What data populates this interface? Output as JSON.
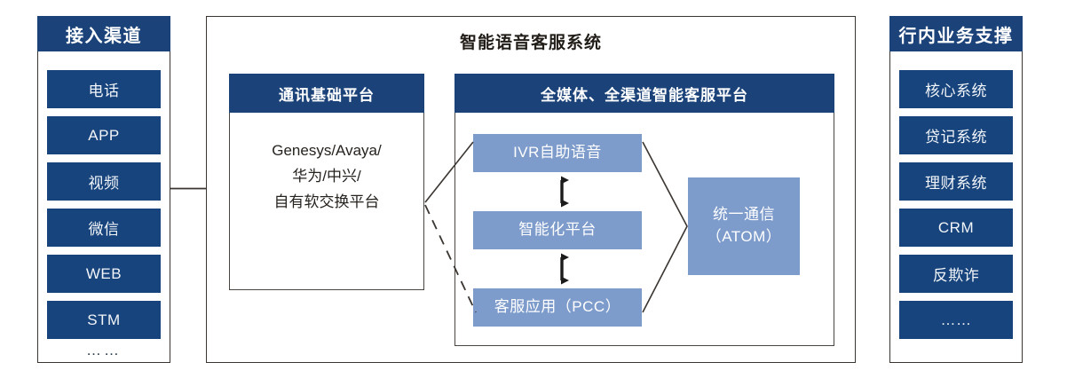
{
  "diagram": {
    "title": "智能语音客服系统",
    "colors": {
      "navy": "#1b4379",
      "item_navy": "#17447c",
      "light_blue": "#7d9bcb",
      "border": "#3a3530",
      "text_dark": "#211d18",
      "white": "#ffffff"
    }
  },
  "left_column": {
    "header": "接入渠道",
    "items": [
      {
        "label": "电话",
        "style": "filled"
      },
      {
        "label": "APP",
        "style": "filled"
      },
      {
        "label": "视频",
        "style": "filled"
      },
      {
        "label": "微信",
        "style": "filled"
      },
      {
        "label": "WEB",
        "style": "filled"
      },
      {
        "label": "STM",
        "style": "filled"
      },
      {
        "label": "……",
        "style": "plain"
      }
    ]
  },
  "right_column": {
    "header": "行内业务支撑",
    "items": [
      {
        "label": "核心系统",
        "style": "filled"
      },
      {
        "label": "贷记系统",
        "style": "filled"
      },
      {
        "label": "理财系统",
        "style": "filled"
      },
      {
        "label": "CRM",
        "style": "filled"
      },
      {
        "label": "反欺诈",
        "style": "filled"
      },
      {
        "label": "……",
        "style": "filled"
      }
    ]
  },
  "center_panel": {
    "title": "智能语音客服系统",
    "comm_platform": {
      "header": "通讯基础平台",
      "body_lines": "Genesys/Avaya/\n华为/中兴/\n自有软交换平台"
    },
    "service_platform": {
      "header": "全媒体、全渠道智能客服平台",
      "stack": [
        {
          "label": "IVR自助语音"
        },
        {
          "label": "智能化平台"
        },
        {
          "label": "客服应用（PCC）"
        }
      ],
      "unified": {
        "label": "统一通信\n（ATOM）"
      }
    }
  },
  "connectors": {
    "channel_to_panel": "solid-line",
    "comm_to_ivr": "solid-line",
    "comm_to_pcc": "dashed-line",
    "ivr_to_platform": "double-arrow-vertical",
    "platform_to_pcc": "double-arrow-vertical",
    "stack_to_unified": "bracket-line"
  }
}
